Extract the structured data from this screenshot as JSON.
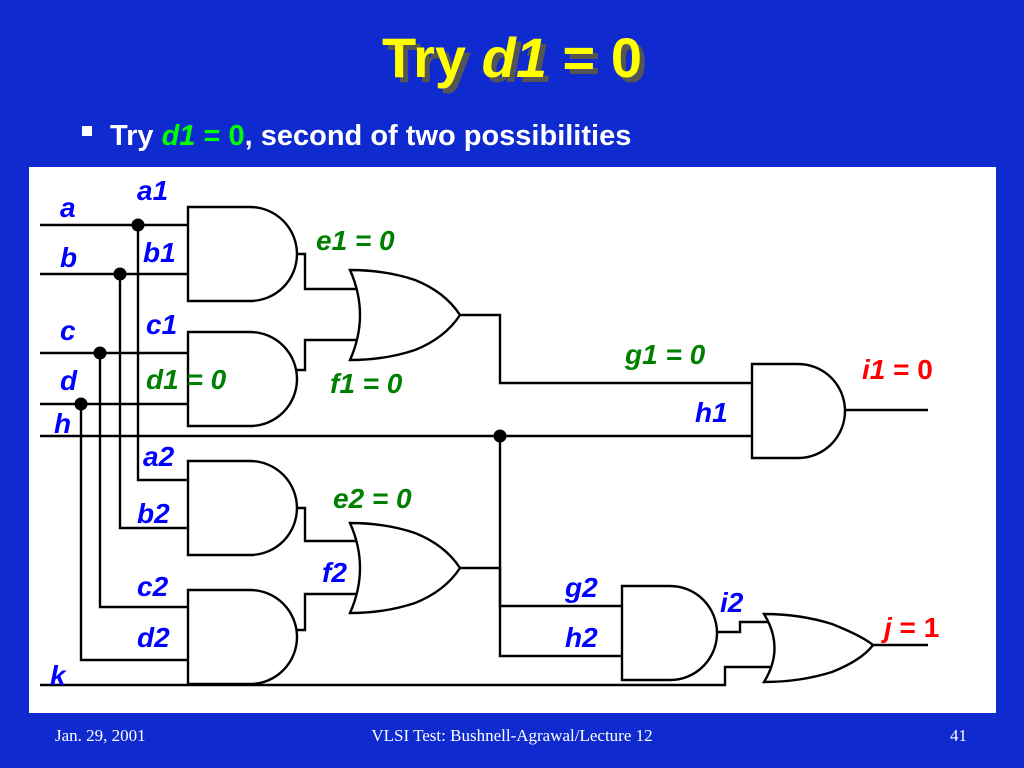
{
  "slide": {
    "title_prefix": "Try ",
    "title_var": "d1",
    "title_suffix": " = 0",
    "bullet_prefix": "Try ",
    "bullet_var": "d1",
    "bullet_eq": " = 0",
    "bullet_rest": ", second of two possibilities"
  },
  "circuit": {
    "inputs": {
      "a": "a",
      "b": "b",
      "c": "c",
      "d": "d",
      "h": "h",
      "k": "k"
    },
    "pins": {
      "a1": "a1",
      "b1": "b1",
      "c1": "c1",
      "d1": "d1 = 0",
      "a2": "a2",
      "b2": "b2",
      "c2": "c2",
      "d2": "d2",
      "e1": "e1 = 0",
      "f1": "f1 = 0",
      "e2": "e2 = 0",
      "f2": "f2",
      "g1": "g1 = 0",
      "h1": "h1",
      "g2": "g2",
      "h2": "h2",
      "i2": "i2"
    },
    "outputs": {
      "i1_var": "i1",
      "i1_val": " = 0",
      "j_var": "j",
      "j_val": " = 1"
    },
    "colors": {
      "label": "#0000ff",
      "assigned": "#008000",
      "output": "#ff0000"
    }
  },
  "footer": {
    "date": "Jan. 29, 2001",
    "course": "VLSI Test: Bushnell-Agrawal/Lecture 12",
    "page": "41"
  }
}
